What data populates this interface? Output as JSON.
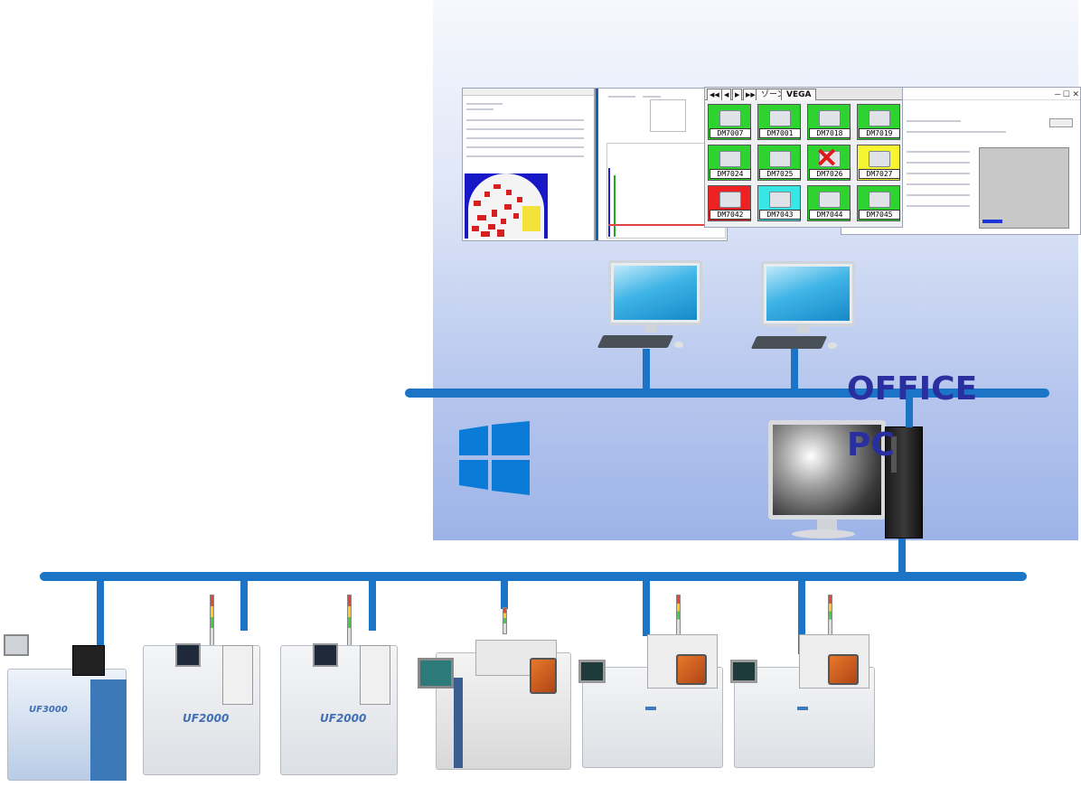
{
  "office_label": [
    "OFFICE",
    "PC"
  ],
  "status_window": {
    "tabs": [
      "◀◀",
      "◀",
      "▶",
      "▶▶",
      "ゾーン",
      "VEGA"
    ],
    "tiles": [
      {
        "name": "DM7007",
        "color": "#2fd32f"
      },
      {
        "name": "DM7001",
        "color": "#2fd32f"
      },
      {
        "name": "DM7018",
        "color": "#2fd32f"
      },
      {
        "name": "DM7019",
        "color": "#2fd32f"
      },
      {
        "name": "DM7024",
        "color": "#2fd32f"
      },
      {
        "name": "DM7025",
        "color": "#2fd32f"
      },
      {
        "name": "DM7026",
        "color": "#2fd32f",
        "crossed": true
      },
      {
        "name": "DM7027",
        "color": "#f5f531"
      },
      {
        "name": "DM7042",
        "color": "#ee2222"
      },
      {
        "name": "DM7043",
        "color": "#38e6e6"
      },
      {
        "name": "DM7044",
        "color": "#2fd32f"
      },
      {
        "name": "DM7045",
        "color": "#2fd32f"
      }
    ]
  },
  "machines": [
    {
      "model": "UF3000"
    },
    {
      "model": "UF2000"
    },
    {
      "model": "UF2000"
    },
    {
      "model": ""
    },
    {
      "model": ""
    },
    {
      "model": ""
    }
  ],
  "colors": {
    "network": "#1c74c6",
    "office_text": "#2a2fa0",
    "windows_logo": "#0a7bd6"
  }
}
